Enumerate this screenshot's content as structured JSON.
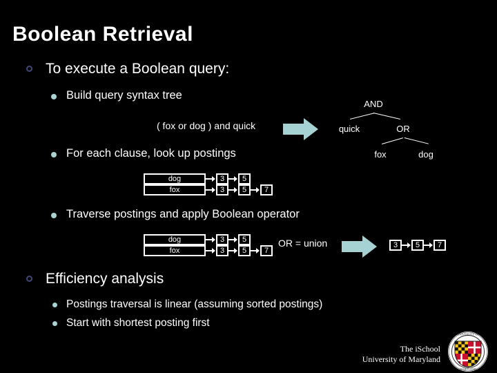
{
  "slide": {
    "title": "Boolean Retrieval",
    "background_color": "#000000",
    "text_color": "#ffffff",
    "accent_arrow_color": "#a7d2d4",
    "level1_bullet_color": "#3b4a77",
    "level2_bullet_color": "#aad3d5"
  },
  "bullets": {
    "b1": {
      "label": "To execute a Boolean query:",
      "level": 1
    },
    "b1_1": {
      "label": "Build query syntax tree",
      "level": 2
    },
    "b1_2": {
      "label": "For each clause, look up postings",
      "level": 2
    },
    "b1_3": {
      "label": "Traverse postings and apply Boolean operator",
      "level": 2
    },
    "b2": {
      "label": "Efficiency analysis",
      "level": 1
    },
    "b2_1": {
      "label": "Postings traversal is linear (assuming sorted postings)",
      "level": 2
    },
    "b2_2": {
      "label": "Start with shortest posting first",
      "level": 2
    }
  },
  "query": {
    "text": "( fox or dog ) and quick",
    "arrow_icon": "right-arrow-icon"
  },
  "syntax_tree": {
    "root": "AND",
    "left": "quick",
    "right": "OR",
    "right_left": "fox",
    "right_right": "dog"
  },
  "postings_lookup": {
    "terms": [
      "dog",
      "fox"
    ],
    "lists": [
      {
        "term": "dog",
        "docids": [
          "3",
          "5"
        ]
      },
      {
        "term": "fox",
        "docids": [
          "3",
          "5",
          "7"
        ]
      }
    ]
  },
  "postings_traverse": {
    "terms": [
      "dog",
      "fox"
    ],
    "lists": [
      {
        "term": "dog",
        "docids": [
          "3",
          "5"
        ]
      },
      {
        "term": "fox",
        "docids": [
          "3",
          "5",
          "7"
        ]
      }
    ],
    "operation_label": "OR = union",
    "arrow_icon": "right-arrow-icon",
    "result": [
      "3",
      "5",
      "7"
    ]
  },
  "footer": {
    "line1": "The iSchool",
    "line2": "University of Maryland",
    "seal_icon": "university-of-maryland-seal-icon"
  }
}
